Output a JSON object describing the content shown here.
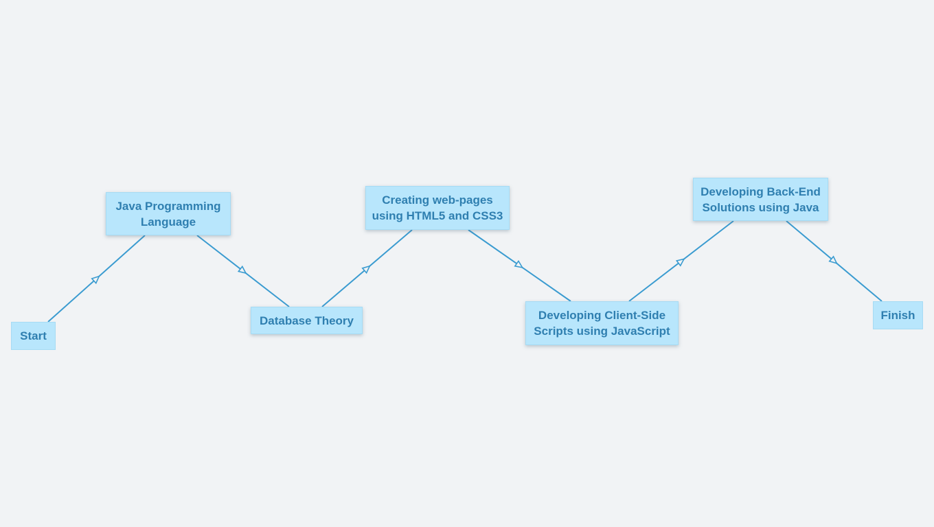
{
  "diagram": {
    "nodes": [
      {
        "id": "start",
        "label": "Start"
      },
      {
        "id": "java",
        "label": "Java Programming\nLanguage"
      },
      {
        "id": "db",
        "label": "Database Theory"
      },
      {
        "id": "web",
        "label": "Creating web-pages\nusing HTML5 and CSS3"
      },
      {
        "id": "client",
        "label": "Developing Client-Side\nScripts using JavaScript"
      },
      {
        "id": "backend",
        "label": "Developing Back-End\nSolutions using Java"
      },
      {
        "id": "finish",
        "label": "Finish"
      }
    ],
    "edges": [
      {
        "from": "start",
        "to": "java"
      },
      {
        "from": "java",
        "to": "db"
      },
      {
        "from": "db",
        "to": "web"
      },
      {
        "from": "web",
        "to": "client"
      },
      {
        "from": "client",
        "to": "backend"
      },
      {
        "from": "backend",
        "to": "finish"
      }
    ],
    "colors": {
      "node_fill": "#b8e6fc",
      "node_text": "#2f7fb0",
      "edge": "#3a9bd0",
      "background": "#f1f3f5"
    }
  }
}
